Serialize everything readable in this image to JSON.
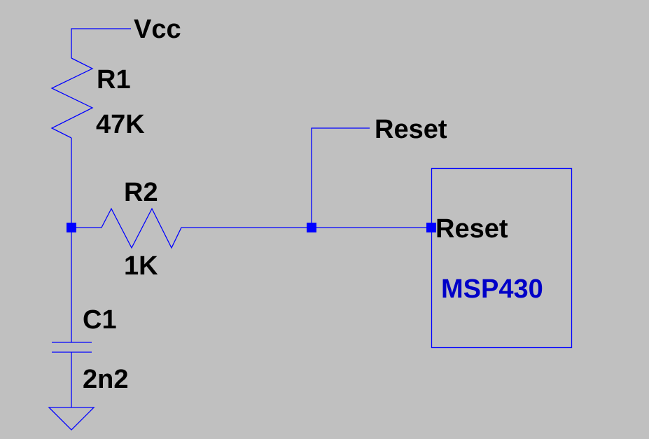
{
  "schematic": {
    "colors": {
      "background": "#c0c0c0",
      "wire": "#0000ff",
      "text": "#000000",
      "part_name": "#0000c8"
    },
    "net_labels": {
      "vcc": "Vcc",
      "reset": "Reset"
    },
    "components": {
      "r1": {
        "ref": "R1",
        "value": "47K",
        "type": "resistor"
      },
      "r2": {
        "ref": "R2",
        "value": "1K",
        "type": "resistor"
      },
      "c1": {
        "ref": "C1",
        "value": "2n2",
        "type": "capacitor"
      },
      "u1": {
        "name": "MSP430",
        "pin_label": "Reset",
        "type": "ic-block"
      }
    },
    "ground": {
      "symbol": "ground-icon"
    }
  }
}
